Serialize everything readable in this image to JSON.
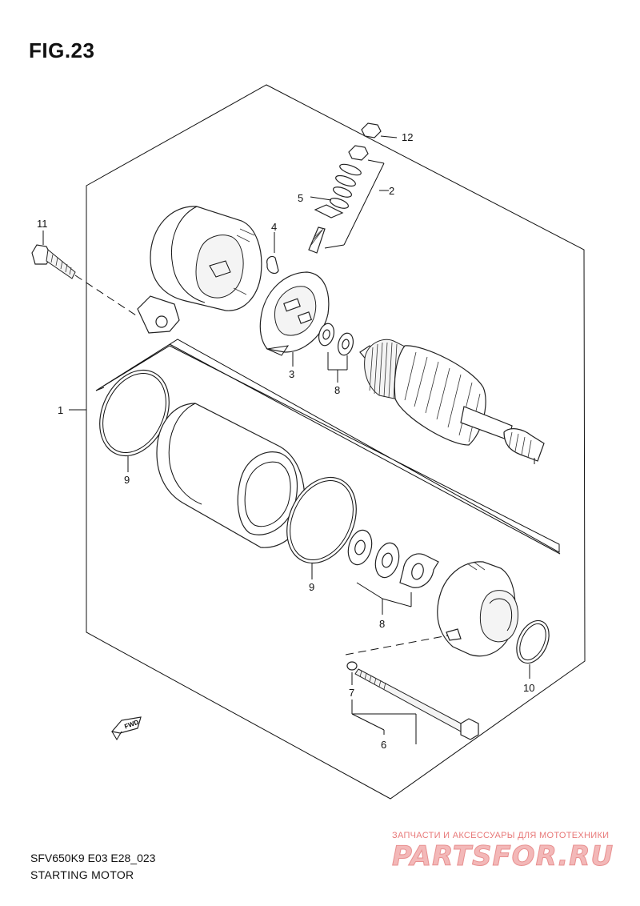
{
  "figure": {
    "title": "FIG.23",
    "model_code": "SFV650K9 E03 E28_023",
    "caption": "STARTING MOTOR"
  },
  "callouts": {
    "p1": "1",
    "p2": "2",
    "p3": "3",
    "p4": "4",
    "p5": "5",
    "p6": "6",
    "p7": "7",
    "p8a": "8",
    "p8b": "8",
    "p9a": "9",
    "p9b": "9",
    "p10": "10",
    "p11": "11",
    "p12": "12"
  },
  "fwd_label": "FWD",
  "watermark": {
    "text": "ЗАПЧАСТИ И АКСЕССУАРЫ ДЛЯ МОТОТЕХНИКИ",
    "logo": "PARTSFOR.RU",
    "color": "#e87878"
  },
  "icons": [
    "fwd-arrow-icon"
  ]
}
